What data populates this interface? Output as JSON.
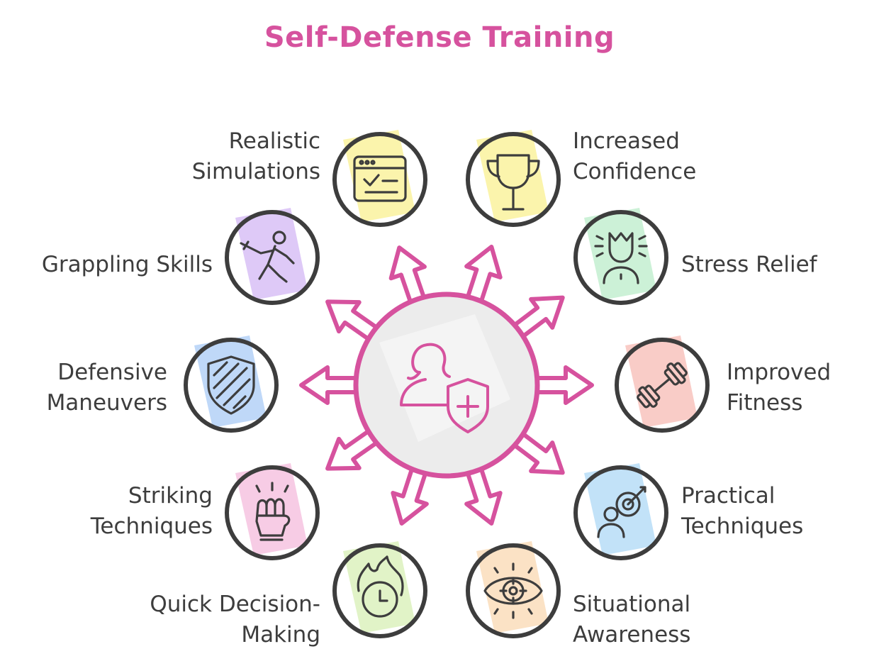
{
  "title": "Self-Defense Training",
  "colors": {
    "accent": "#d6529e",
    "hub_fill": "#ececec",
    "outline": "#3d3d3d",
    "text": "#3d3d3d"
  },
  "hub": {
    "icon": "person-shield-plus-icon"
  },
  "items": [
    {
      "id": "realistic-simulations",
      "lines": [
        "Realistic",
        "Simulations"
      ],
      "icon": "checklist-window-icon",
      "color": "#fbf3a8"
    },
    {
      "id": "increased-confidence",
      "lines": [
        "Increased",
        "Confidence"
      ],
      "icon": "trophy-icon",
      "color": "#fbf3a8"
    },
    {
      "id": "grappling-skills",
      "lines": [
        "Grappling Skills"
      ],
      "icon": "fencer-icon",
      "color": "#dcc6f7"
    },
    {
      "id": "stress-relief",
      "lines": [
        "Stress Relief"
      ],
      "icon": "stressed-person-icon",
      "color": "#c9f0d5"
    },
    {
      "id": "defensive-maneuvers",
      "lines": [
        "Defensive",
        "Maneuvers"
      ],
      "icon": "shield-icon",
      "color": "#bcd6f8"
    },
    {
      "id": "improved-fitness",
      "lines": [
        "Improved",
        "Fitness"
      ],
      "icon": "dumbbell-icon",
      "color": "#f9c9c4"
    },
    {
      "id": "striking-techniques",
      "lines": [
        "Striking",
        "Techniques"
      ],
      "icon": "fist-icon",
      "color": "#f7c9e4"
    },
    {
      "id": "practical-techniques",
      "lines": [
        "Practical",
        "Techniques"
      ],
      "icon": "person-target-icon",
      "color": "#bfe0f8"
    },
    {
      "id": "quick-decision-making",
      "lines": [
        "Quick Decision-",
        "Making"
      ],
      "icon": "clock-flame-icon",
      "color": "#dff2c4"
    },
    {
      "id": "situational-awareness",
      "lines": [
        "Situational",
        "Awareness"
      ],
      "icon": "eye-target-icon",
      "color": "#fbe0c2"
    }
  ]
}
